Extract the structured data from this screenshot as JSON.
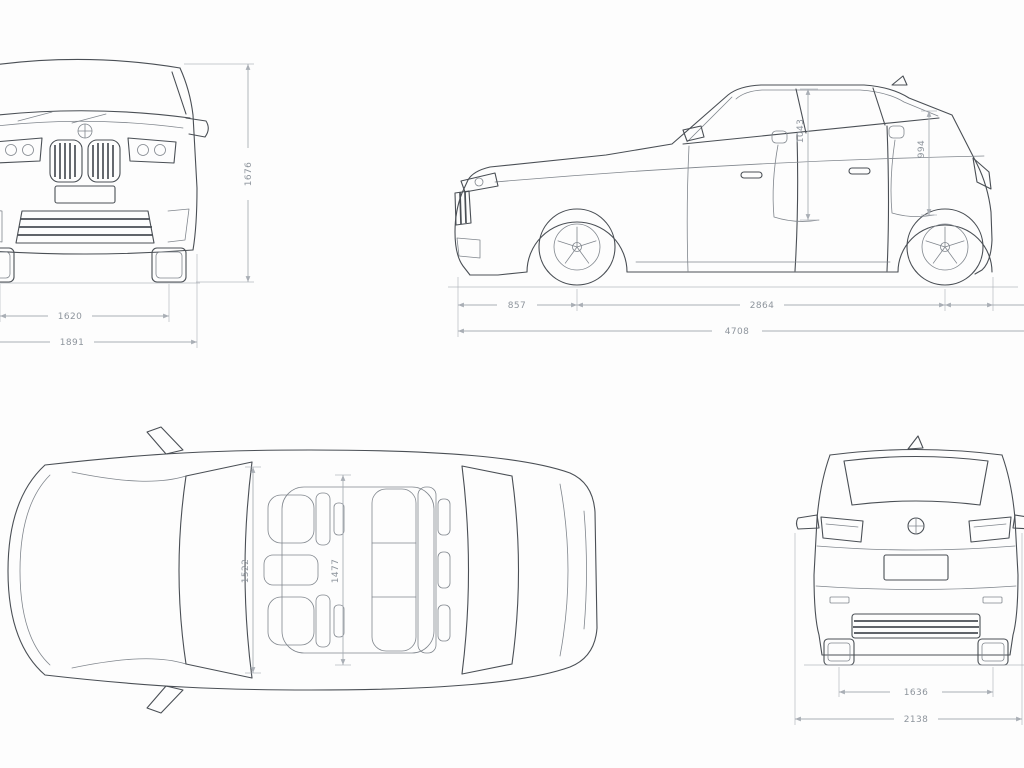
{
  "colors": {
    "background": "#fdfdfd",
    "car_line": "#4a4f55",
    "detail_line": "#80868d",
    "dimension_line": "#a9aeb5",
    "label_text": "#8e959d"
  },
  "front_view": {
    "overall_height": "1676",
    "track_width": "1620",
    "overall_width": "1891"
  },
  "side_view": {
    "front_overhang": "857",
    "wheelbase": "2864",
    "overall_length": "4708",
    "front_headroom": "1043",
    "rear_headroom": "994"
  },
  "top_view": {
    "front_interior_width": "1522",
    "rear_interior_width": "1477"
  },
  "rear_view": {
    "rear_track": "1636",
    "width_with_mirrors": "2138"
  }
}
